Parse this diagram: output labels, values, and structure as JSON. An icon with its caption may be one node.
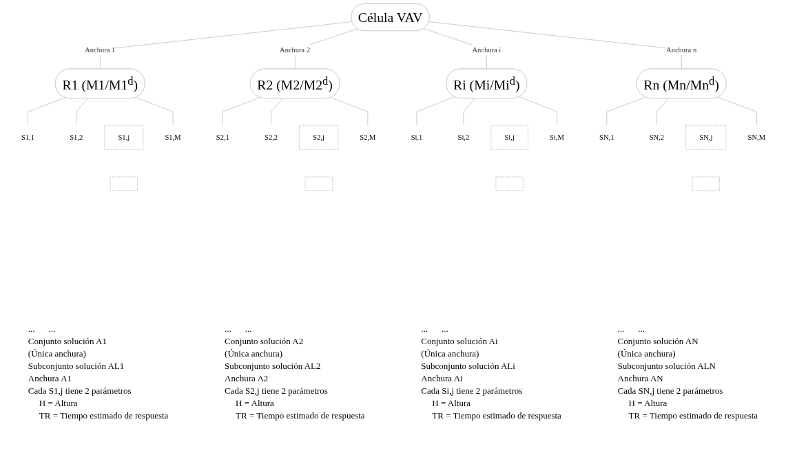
{
  "diagram": {
    "nodes": [
      {
        "text": [
          "Célula VAV"
        ]
      },
      {
        "text": [
          "R1 (M1/M1$^{d}$)"
        ]
      },
      {
        "text": [
          "R2 (M2/M2$^{d}$)"
        ]
      },
      {
        "text": [
          "Ri (Mi/Mi$^{d}$)"
        ]
      },
      {
        "text": [
          "Rn (Mn/Mn$^{d}$)"
        ]
      },
      {
        "text": [
          "S1,1"
        ]
      },
      {
        "text": [
          "S1,2"
        ]
      },
      {
        "text": [
          "S1,j"
        ]
      },
      {
        "text": [
          "S1,M"
        ]
      },
      {
        "text": [
          "S2,1"
        ]
      },
      {
        "text": [
          "S2,2"
        ]
      },
      {
        "text": [
          "S2,j"
        ]
      },
      {
        "text": [
          "S2,M"
        ]
      },
      {
        "text": [
          "Si,1"
        ]
      },
      {
        "text": [
          "Si,2"
        ]
      },
      {
        "text": [
          "Si,j"
        ]
      },
      {
        "text": [
          "Si,M"
        ]
      },
      {
        "text": [
          "SN,1"
        ]
      },
      {
        "text": [
          "SN,2"
        ]
      },
      {
        "text": [
          "SN,j"
        ]
      },
      {
        "text": [
          "SN,M"
        ]
      },
      {
        "text": [],
        "shape": "box"
      },
      {
        "text": [],
        "shape": "box"
      },
      {
        "text": [],
        "shape": "box"
      },
      {
        "text": [],
        "shape": "box"
      }
    ],
    "edges": [
      {
        "from": 0,
        "to": 1,
        "arrow": "none",
        "label": "Anchura 1"
      },
      {
        "from": 0,
        "to": 2,
        "arrow": "none",
        "label": "Anchura 2"
      },
      {
        "from": 0,
        "to": 3,
        "arrow": "none",
        "label": "Anchura i"
      },
      {
        "from": 0,
        "to": 4,
        "arrow": "none",
        "label": "Anchura n"
      },
      {
        "from": 1,
        "to": 5,
        "arrow": "none"
      },
      {
        "from": 1,
        "to": 6,
        "arrow": "none"
      },
      {
        "from": 1,
        "to": 8,
        "arrow": "none"
      },
      {
        "from": 2,
        "to": 9,
        "arrow": "none"
      },
      {
        "from": 2,
        "to": 10,
        "arrow": "none"
      },
      {
        "from": 2,
        "to": 12,
        "arrow": "none"
      },
      {
        "from": 3,
        "to": 13,
        "arrow": "none"
      },
      {
        "from": 3,
        "to": 14,
        "arrow": "none"
      },
      {
        "from": 3,
        "to": 16,
        "arrow": "none"
      },
      {
        "from": 4,
        "to": 17,
        "arrow": "none"
      },
      {
        "from": 4,
        "to": 18,
        "arrow": "none"
      },
      {
        "from": 4,
        "to": 20,
        "arrow": "none"
      }
    ],
    "labels": [
      "...",
      "...",
      "Conjunto solución A1",
      "(Única anchura)",
      "Subconjunto solución AL1",
      "Anchura A1",
      "Cada S1,j tiene 2 parámetros",
      "H = Altura",
      "TR = Tiempo estimado de respuesta",
      "...",
      "...",
      "Conjunto solución A2",
      "(Única anchura)",
      "Subconjunto solución AL2",
      "Anchura A2",
      "Cada S2,j tiene 2 parámetros",
      "H = Altura",
      "TR = Tiempo estimado de respuesta",
      "...",
      "...",
      "Conjunto solución Ai",
      "(Única anchura)",
      "Subconjunto solución ALi",
      "Anchura Ai",
      "Cada Si,j tiene 2 parámetros",
      "H = Altura",
      "TR = Tiempo estimado de respuesta",
      "...",
      "...",
      "Conjunto solución AN",
      "(Única anchura)",
      "Subconjunto solución ALN",
      "Anchura AN",
      "Cada SN,j tiene 2 parámetros",
      "H = Altura",
      "TR = Tiempo estimado de respuesta"
    ]
  }
}
